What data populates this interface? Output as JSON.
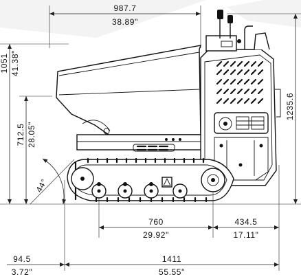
{
  "dimensions": {
    "overall_length_mm": "987.7",
    "overall_length_in": "38.89\"",
    "total_height_mm": "1051",
    "total_height_in": "41.38\"",
    "load_height_mm": "712.5",
    "load_height_in": "28.05\"",
    "angle": "44°",
    "frame_height_mm": "1235.6",
    "track_center_mm": "760",
    "track_center_in": "29.92\"",
    "rear_overhang_mm": "434.5",
    "rear_overhang_in": "17.11\"",
    "front_overhang_mm": "94.5",
    "front_overhang_in": "3.72\"",
    "total_length_mm": "1411",
    "total_length_in": "55.55\""
  },
  "colors": {
    "background": "#ffffff",
    "line": "#111111",
    "watermark": "#f2f2f2"
  }
}
